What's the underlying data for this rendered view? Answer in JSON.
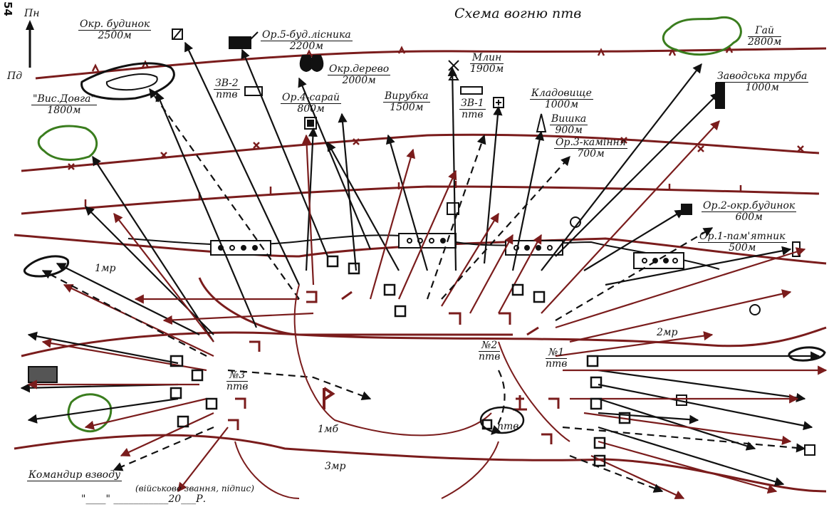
{
  "page_number": "54",
  "title": "Схема вогню птв",
  "compass": {
    "north": "Пн",
    "south": "Пд"
  },
  "landmarks": [
    {
      "id": "house-far",
      "name": "Окр. будинок",
      "distance": "2500м"
    },
    {
      "id": "forester",
      "name": "Ор.5-буд.лісника",
      "distance": "2200м"
    },
    {
      "id": "mill",
      "name": "Млин",
      "distance": "1900м"
    },
    {
      "id": "grove",
      "name": "Гай",
      "distance": "2800м"
    },
    {
      "id": "factory",
      "name": "Заводська труба",
      "distance": "1000м"
    },
    {
      "id": "height",
      "name": "\"Вис.Довга\"",
      "distance": "1800м"
    },
    {
      "id": "tree",
      "name": "Окр.дерево",
      "distance": "2000м"
    },
    {
      "id": "barn",
      "name": "Ор.4-сарай",
      "distance": "800м"
    },
    {
      "id": "clearing",
      "name": "Вирубка",
      "distance": "1500м"
    },
    {
      "id": "cemetery",
      "name": "Кладовище",
      "distance": "1000м"
    },
    {
      "id": "tower",
      "name": "Вишка",
      "distance": "900м"
    },
    {
      "id": "stones",
      "name": "Ор.3-каміння",
      "distance": "700м"
    },
    {
      "id": "house-near",
      "name": "Ор.2-окр.будинок",
      "distance": "600м"
    },
    {
      "id": "monument",
      "name": "Ор.1-пам'ятник",
      "distance": "500м"
    }
  ],
  "sectors": [
    {
      "id": "zv2",
      "line1": "ЗВ-2",
      "line2": "птв"
    },
    {
      "id": "zv1",
      "line1": "ЗВ-1",
      "line2": "птв"
    }
  ],
  "positions": [
    {
      "id": "p2",
      "line1": "№2",
      "line2": "птв"
    },
    {
      "id": "p1",
      "line1": "№1",
      "line2": "птв"
    },
    {
      "id": "p3",
      "line1": "№3",
      "line2": "птв"
    }
  ],
  "areas": [
    "1мр",
    "2мр",
    "3мр",
    "1мб",
    "птв"
  ],
  "footer": {
    "commander": "Командир взводу",
    "rank_sign": "(військове звання, підпис)",
    "date_line": "\"____\" ___________20___Р."
  }
}
